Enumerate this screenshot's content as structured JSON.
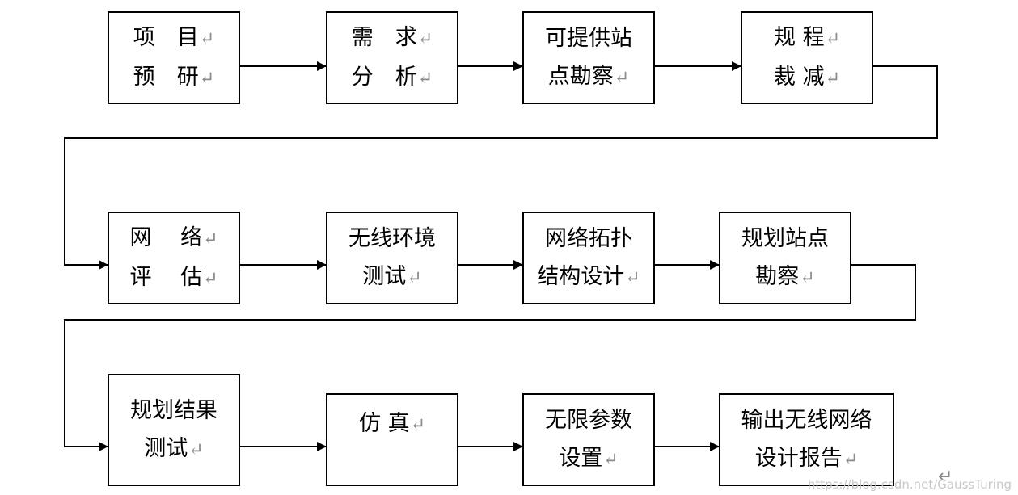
{
  "return_mark": "↵",
  "watermark": "https://blog.csdn.net/GaussTuring",
  "rows": [
    {
      "steps": [
        {
          "lines": [
            "项　目",
            "预　研"
          ]
        },
        {
          "lines": [
            "需　求",
            "分　析"
          ]
        },
        {
          "lines": [
            "可提供站",
            "点勘察"
          ]
        },
        {
          "lines": [
            "规 程",
            "裁 减"
          ]
        }
      ]
    },
    {
      "steps": [
        {
          "lines": [
            "网　 络",
            "评　 估"
          ]
        },
        {
          "lines": [
            "无线环境",
            "测试"
          ]
        },
        {
          "lines": [
            "网络拓扑",
            "结构设计"
          ]
        },
        {
          "lines": [
            "规划站点",
            "勘察"
          ]
        }
      ]
    },
    {
      "steps": [
        {
          "lines": [
            "规划结果",
            "测试"
          ]
        },
        {
          "lines": [
            "仿 真"
          ]
        },
        {
          "lines": [
            "无限参数",
            "设置"
          ]
        },
        {
          "lines": [
            "输出无线网络",
            "设计报告"
          ]
        }
      ]
    }
  ]
}
